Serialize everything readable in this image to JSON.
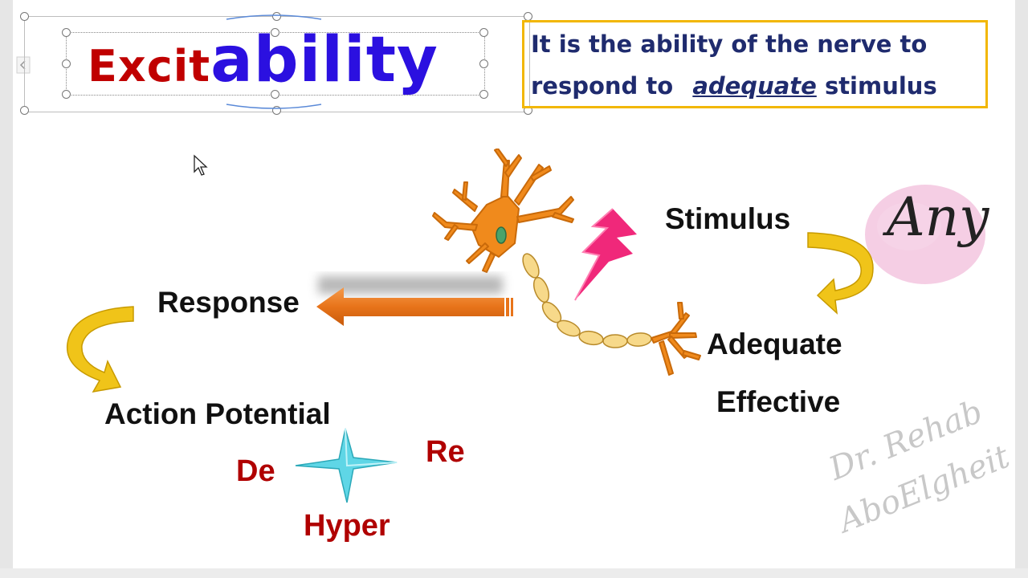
{
  "title": {
    "part1": "Excit",
    "part2": "ability"
  },
  "definition": {
    "line1": "It is the ability of the nerve to",
    "line2_before": "respond to",
    "line2_emph": "adequate",
    "line2_after": "stimulus"
  },
  "diagram": {
    "stimulus": "Stimulus",
    "any": "Any",
    "adequate": "Adequate",
    "effective": "Effective",
    "response": "Response",
    "action_potential": "Action Potential",
    "de": "De",
    "re": "Re",
    "hyper": "Hyper"
  },
  "watermark": {
    "line1": "Dr. Rehab",
    "line2": "AboElgheit"
  },
  "colors": {
    "title_red": "#c00000",
    "title_blue": "#2b10e0",
    "definition_text": "#1f2b6e",
    "definition_border": "#f2b705",
    "arrow_orange": "#e8741a",
    "curved_arrow_gold": "#f0c419",
    "bolt_pink": "#f0287a",
    "star_cyan": "#5fd6e6",
    "neuron_orange": "#f08a1c",
    "axon_segment": "#f7d98a"
  },
  "icons": [
    "mouse-pointer-icon",
    "neuron-icon",
    "lightning-bolt-icon",
    "curved-arrow-icon",
    "four-point-star-icon"
  ]
}
